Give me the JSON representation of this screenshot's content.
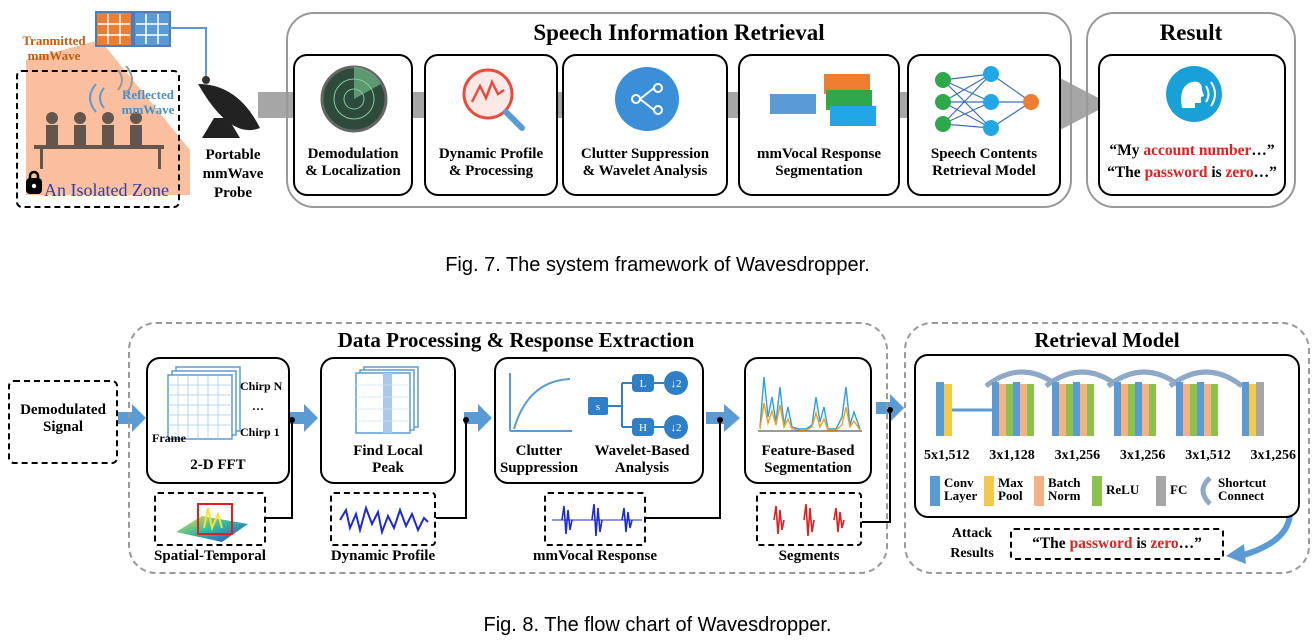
{
  "fig7": {
    "tx_label": "Tranmitted mmWave",
    "rx_label": "Reflected mmWave",
    "zone_label": "An Isolated Zone",
    "probe_label": [
      "Portable",
      "mmWave",
      "Probe"
    ],
    "sir_title": "Speech Information Retrieval",
    "modules": [
      {
        "line1": "Demodulation",
        "line2": "& Localization"
      },
      {
        "line1": "Dynamic Profile",
        "line2": "& Processing"
      },
      {
        "line1": "Clutter Suppression",
        "line2": "& Wavelet Analysis"
      },
      {
        "line1": "mmVocal Response",
        "line2": "Segmentation"
      },
      {
        "line1": "Speech Contents",
        "line2": "Retrieval Model"
      }
    ],
    "result_title": "Result",
    "result_q1_pre": "“My ",
    "result_q1_red": "account number",
    "result_q1_post": "…”",
    "result_q2_pre": "“The ",
    "result_q2_red": "password",
    "result_q2_mid": " is ",
    "result_q2_red2": "zero",
    "result_q2_post": "…”",
    "caption": "Fig. 7.  The system framework of Wavesdropper."
  },
  "fig8": {
    "input_label": [
      "Demodulated",
      "Signal"
    ],
    "dp_title": "Data Processing & Response Extraction",
    "fft_label": "2-D FFT",
    "chirp_n": "Chirp N",
    "ellipsis": "…",
    "chirp_1": "Chirp 1",
    "frame": "Frame",
    "peak_label": [
      "Find Local",
      "Peak"
    ],
    "clutter_label": [
      "Clutter",
      "Suppression"
    ],
    "wavelet_label": [
      "Wavelet-Based",
      "Analysis"
    ],
    "wl_s": "s",
    "wl_l": "L",
    "wl_h": "H",
    "wl_down": "↓2",
    "seg_label": [
      "Feature-Based",
      "Segmentation"
    ],
    "sub_labels": [
      "Spatial-Temporal",
      "Dynamic Profile",
      "mmVocal Response",
      "Segments"
    ],
    "rm_title": "Retrieval Model",
    "layer_sizes": [
      "5x1,512",
      "3x1,128",
      "3x1,256",
      "3x1,256",
      "3x1,512",
      "3x1,256"
    ],
    "legend": [
      {
        "name": "Conv Layer",
        "line1": "Conv",
        "line2": "Layer",
        "color": "#5b9bd5"
      },
      {
        "name": "Max Pool",
        "line1": "Max",
        "line2": "Pool",
        "color": "#f2c94c"
      },
      {
        "name": "Batch Norm",
        "line1": "Batch",
        "line2": "Norm",
        "color": "#f4b183"
      },
      {
        "name": "ReLU",
        "line1": "ReLU",
        "line2": "",
        "color": "#8bc34a"
      },
      {
        "name": "FC",
        "line1": "FC",
        "line2": "",
        "color": "#a6a6a6"
      },
      {
        "name": "Shortcut Connect",
        "line1": "Shortcut",
        "line2": "Connect",
        "color": "#8ea9c8"
      }
    ],
    "attack_label": [
      "Attack",
      "Results"
    ],
    "attack_pre": "“The ",
    "attack_red": "password",
    "attack_mid": " is ",
    "attack_red2": "zero",
    "attack_post": "…”",
    "caption": "Fig. 8.  The flow chart of Wavesdropper."
  }
}
